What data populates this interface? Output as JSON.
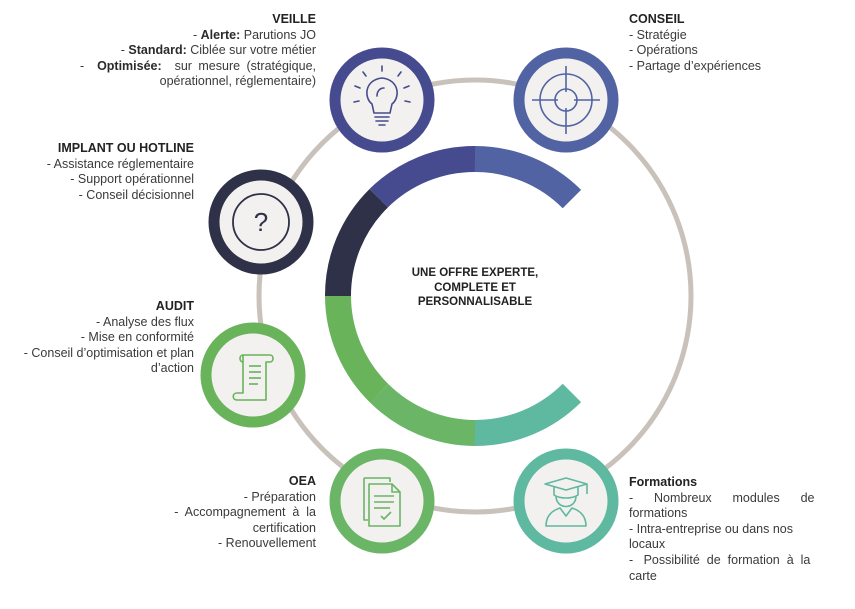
{
  "center": {
    "line1": "UNE OFFRE EXPERTE,",
    "line2": "COMPLETE ET",
    "line3": "PERSONNALISABLE"
  },
  "colors": {
    "veille": "#454b8e",
    "conseil": "#5163a3",
    "implant": "#2e3147",
    "audit": "#69b35b",
    "oea": "#6ab566",
    "formations": "#5fb8a0",
    "ring": "#c9c2bb",
    "icon_bg": "#f3f1ef"
  },
  "icons": {
    "veille": "lightbulb-icon",
    "conseil": "target-icon",
    "implant": "question-mark-icon",
    "audit": "scroll-document-icon",
    "oea": "certificate-documents-icon",
    "formations": "graduate-icon"
  },
  "veille": {
    "title": "VEILLE",
    "alerte_label": "Alerte:",
    "alerte_text": "Parutions JO",
    "standard_label": "Standard:",
    "standard_text": "Ciblée sur votre métier",
    "optimisee_label": "Optimisée:",
    "optimisee_text": "sur mesure (stratégique,",
    "optimisee_text2": "opérationnel, réglementaire)"
  },
  "conseil": {
    "title": "CONSEIL",
    "items": [
      "- Stratégie",
      "- Opérations",
      "- Partage d’expériences"
    ]
  },
  "implant": {
    "title": "IMPLANT OU HOTLINE",
    "items": [
      "- Assistance réglementaire",
      "- Support opérationnel",
      "- Conseil décisionnel"
    ]
  },
  "audit": {
    "title": "AUDIT",
    "items": [
      "- Analyse des flux",
      "- Mise en conformité",
      "- Conseil d’optimisation et plan",
      "d’action"
    ]
  },
  "oea": {
    "title": "OEA",
    "items": [
      "- Préparation",
      "-  Accompagnement  à  la",
      "certification",
      "- Renouvellement"
    ]
  },
  "formations": {
    "title": "Formations",
    "items": [
      "-      Nombreux      modules      de",
      "formations",
      "- Intra-entreprise ou dans nos",
      "locaux",
      "-   Possibilité  de  formation  à  la",
      "carte"
    ]
  }
}
